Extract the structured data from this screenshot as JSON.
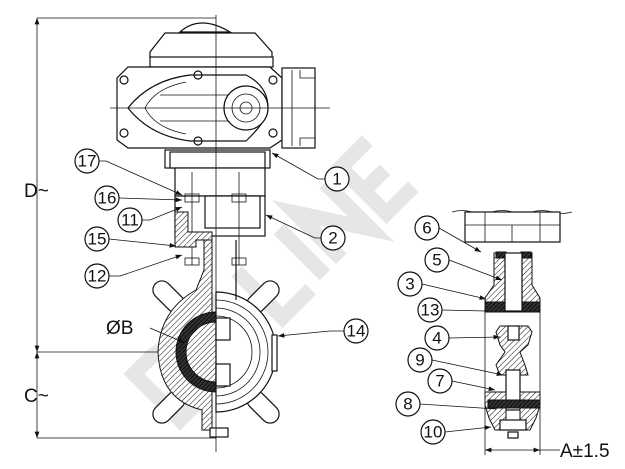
{
  "watermark": "DOLINE",
  "dimensions": {
    "D": "D~",
    "C": "C~",
    "B": "ØB",
    "A": "A±1.5"
  },
  "callouts": [
    "1",
    "2",
    "3",
    "4",
    "5",
    "6",
    "7",
    "8",
    "9",
    "10",
    "11",
    "12",
    "13",
    "14",
    "15",
    "16",
    "17"
  ]
}
